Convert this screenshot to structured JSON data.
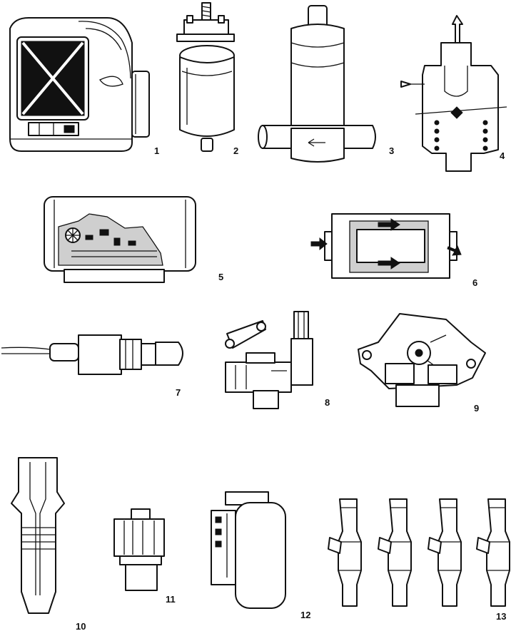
{
  "labels": [
    "1",
    "2",
    "3",
    "4",
    "5",
    "6",
    "7",
    "8",
    "9",
    "10",
    "11",
    "12",
    "13"
  ],
  "colors": {
    "ink": "#111111",
    "paper": "#ffffff"
  }
}
